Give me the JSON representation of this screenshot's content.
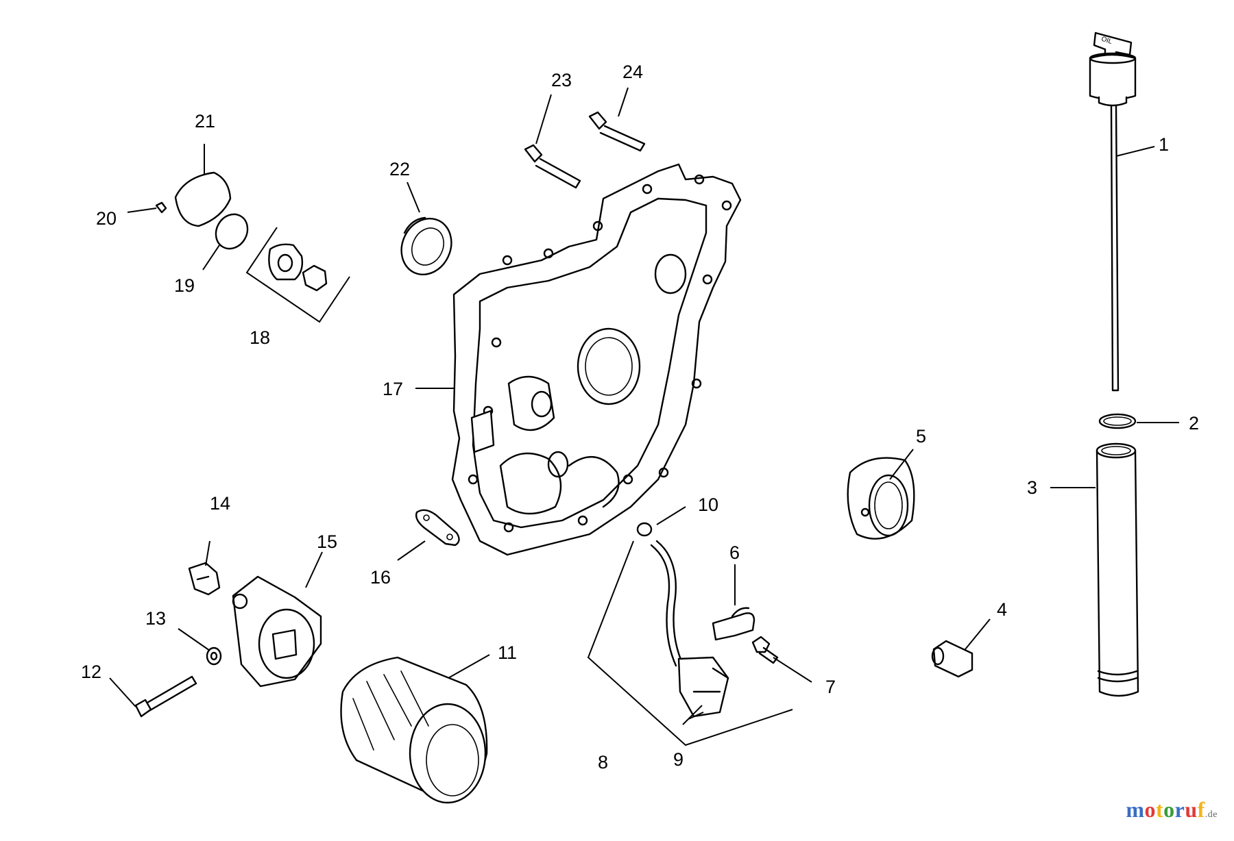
{
  "diagram": {
    "callouts": [
      "1",
      "2",
      "3",
      "4",
      "5",
      "6",
      "7",
      "8",
      "9",
      "10",
      "11",
      "12",
      "13",
      "14",
      "15",
      "16",
      "17",
      "18",
      "19",
      "20",
      "21",
      "22",
      "23",
      "24"
    ],
    "dipstick_cap_text": "OIL"
  },
  "watermark": {
    "text": "motoruf",
    "suffix": ".de",
    "colors": [
      "#3a6ec5",
      "#e23b3b",
      "#f2b51a",
      "#3a9c3a"
    ]
  }
}
